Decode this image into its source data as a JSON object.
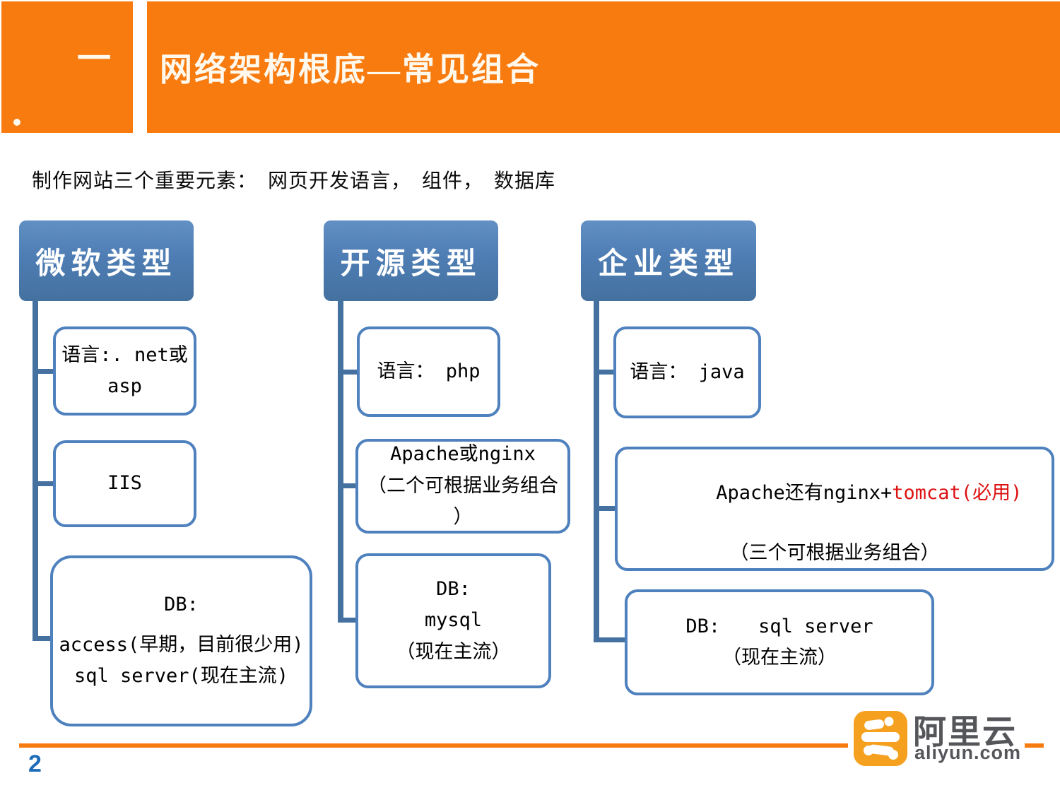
{
  "header": {
    "section_number": "一",
    "title": "网络架构根底—常见组合"
  },
  "intro": {
    "text": "制作网站三个重要元素：　网页开发语言，　组件，　数据库"
  },
  "diagram": {
    "columns": [
      {
        "header": "微软类型",
        "children": [
          {
            "lines": [
              "语言:. net或",
              "asp"
            ]
          },
          {
            "lines": [
              "IIS"
            ]
          },
          {
            "lines": [
              "DB:",
              "access(早期，目前很少用)",
              "sql server(现在主流)"
            ]
          }
        ]
      },
      {
        "header": "开源类型",
        "children": [
          {
            "lines": [
              "语言： php"
            ]
          },
          {
            "lines": [
              "Apache或nginx",
              "（二个可根据业务组合",
              "）"
            ]
          },
          {
            "lines": [
              "DB:",
              "mysql",
              "（现在主流）"
            ]
          }
        ]
      },
      {
        "header": "企业类型",
        "children": [
          {
            "lines": [
              "语言： java"
            ]
          },
          {
            "line1_black": "Apache还有nginx+",
            "line1_red": "tomcat(必用)",
            "line2": "（三个可根据业务组合）"
          },
          {
            "lines": [
              "DB:　　sql server",
              "（现在主流）"
            ]
          }
        ]
      }
    ]
  },
  "footer": {
    "page_number": "2",
    "logo": {
      "brand": "阿里云",
      "domain": "aliyun.com"
    }
  },
  "colors": {
    "accent_orange": "#F87B10",
    "node_fill_blue": "#4E7DB4",
    "node_border_blue": "#4E81BD",
    "connector_blue": "#44719F",
    "highlight_red": "#DD1111",
    "page_number_blue": "#1E6CB8",
    "logo_orange": "#F5A01F",
    "logo_gray": "#55565A"
  }
}
